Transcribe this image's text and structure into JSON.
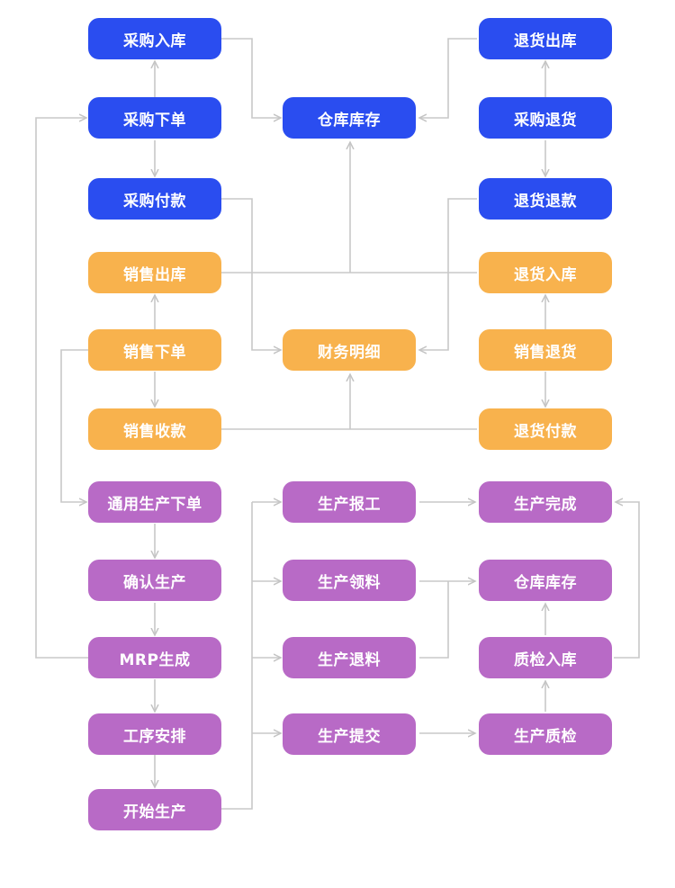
{
  "colors": {
    "blue": "#2a4df0",
    "orange": "#f8b24d",
    "purple": "#b86ac6",
    "connector": "#c8c8c8"
  },
  "nodes": {
    "purchase_inbound": "采购入库",
    "purchase_order": "采购下单",
    "purchase_payment": "采购付款",
    "warehouse_stock_top": "仓库库存",
    "return_outbound": "退货出库",
    "purchase_return": "采购退货",
    "return_refund": "退货退款",
    "sales_outbound": "销售出库",
    "sales_order": "销售下单",
    "sales_collection": "销售收款",
    "finance_detail": "财务明细",
    "return_inbound": "退货入库",
    "sales_return": "销售退货",
    "return_payment": "退货付款",
    "general_production_order": "通用生产下单",
    "confirm_production": "确认生产",
    "mrp_generate": "MRP生成",
    "process_schedule": "工序安排",
    "start_production": "开始生产",
    "production_report": "生产报工",
    "production_material_pick": "生产领料",
    "production_material_return": "生产退料",
    "production_submit": "生产提交",
    "production_complete": "生产完成",
    "warehouse_stock_bottom": "仓库库存",
    "qc_inbound": "质检入库",
    "production_qc": "生产质检"
  }
}
